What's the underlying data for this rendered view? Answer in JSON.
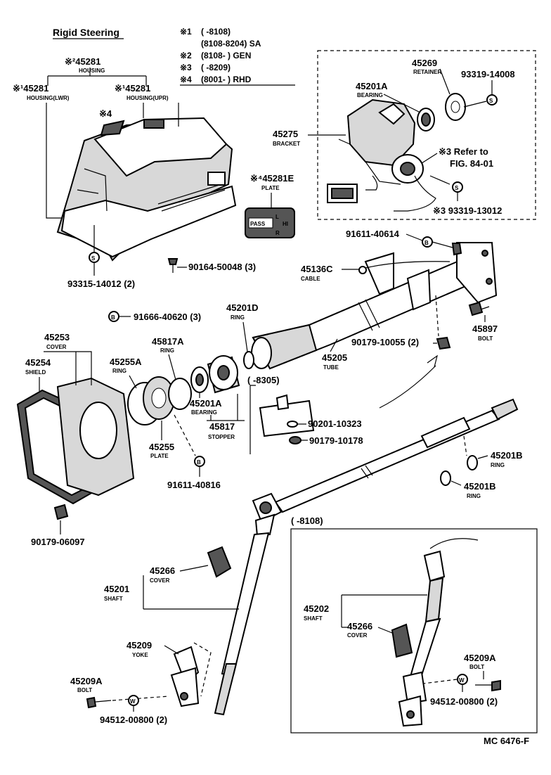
{
  "header": {
    "title": "Rigid Steering",
    "notes": [
      {
        "mark": "※1",
        "text": "(        -8108)"
      },
      {
        "mark": "",
        "text": "(8108-8204) SA"
      },
      {
        "mark": "※2",
        "text": "(8108-        ) GEN"
      },
      {
        "mark": "※3",
        "text": "(        -8209)"
      },
      {
        "mark": "※4",
        "text": "(8001-        ) RHD"
      }
    ]
  },
  "callouts": {
    "c45281_2": {
      "num": "※²45281",
      "name": "HOUSING"
    },
    "c45281_lwr": {
      "num": "※¹45281",
      "name": "HOUSING(LWR)"
    },
    "c45281_upr": {
      "num": "※¹45281",
      "name": "HOUSING(UPR)"
    },
    "c_mark4": {
      "num": "※4"
    },
    "c45281e": {
      "num": "※⁴45281E",
      "name": "PLATE"
    },
    "c93315": {
      "num": "93315-14012 (2)"
    },
    "c90164": {
      "num": "90164-50048 (3)"
    },
    "c45269": {
      "num": "45269",
      "name": "RETAINER"
    },
    "c93319a": {
      "num": "93319-14008"
    },
    "c45201a_top": {
      "num": "45201A",
      "name": "BEARING"
    },
    "c45275": {
      "num": "45275",
      "name": "BRACKET"
    },
    "c_refer": {
      "num": "※3 Refer to",
      "name": "FIG. 84-01"
    },
    "c93319b": {
      "num": "※3 93319-13012"
    },
    "c91611a": {
      "num": "91611-40614"
    },
    "c45136c": {
      "num": "45136C",
      "name": "CABLE"
    },
    "c45897": {
      "num": "45897",
      "name": "BOLT"
    },
    "c45201d": {
      "num": "45201D",
      "name": "RING"
    },
    "c91666": {
      "num": "91666-40620 (3)"
    },
    "c45205": {
      "num": "45205",
      "name": "TUBE"
    },
    "c90179a": {
      "num": "90179-10055 (2)"
    },
    "c45253": {
      "num": "45253",
      "name": "COVER"
    },
    "c45254": {
      "num": "45254",
      "name": "SHIELD"
    },
    "c45817a": {
      "num": "45817A",
      "name": "RING"
    },
    "c45255a": {
      "num": "45255A",
      "name": "RING"
    },
    "c45201a_mid": {
      "num": "45201A",
      "name": "BEARING"
    },
    "c45817": {
      "num": "45817",
      "name": "STOPPER"
    },
    "c45255": {
      "num": "45255",
      "name": "PLATE"
    },
    "c91611b": {
      "num": "91611-40816"
    },
    "c_range8305": {
      "num": "(        -8305)"
    },
    "c90201": {
      "num": "90201-10323"
    },
    "c90179b": {
      "num": "90179-10178"
    },
    "c45201b_1": {
      "num": "45201B",
      "name": "RING"
    },
    "c45201b_2": {
      "num": "45201B",
      "name": "RING"
    },
    "c90179c": {
      "num": "90179-06097"
    },
    "c_range8108": {
      "num": "(        -8108)"
    },
    "c45266": {
      "num": "45266",
      "name": "COVER"
    },
    "c45201": {
      "num": "45201",
      "name": "SHAFT"
    },
    "c45202": {
      "num": "45202",
      "name": "SHAFT"
    },
    "c45266b": {
      "num": "45266",
      "name": "COVER"
    },
    "c45209": {
      "num": "45209",
      "name": "YOKE"
    },
    "c45209a_l": {
      "num": "45209A",
      "name": "BOLT"
    },
    "c94512_l": {
      "num": "94512-00800 (2)"
    },
    "c45209a_r": {
      "num": "45209A",
      "name": "BOLT"
    },
    "c94512_r": {
      "num": "94512-00800 (2)"
    },
    "c_fig": {
      "num": "MC 6476-F"
    }
  },
  "symbols": {
    "s": "S",
    "b": "B",
    "w": "W"
  },
  "plate_text": {
    "a": "PASS",
    "b": "L",
    "c": "HI",
    "d": "R"
  }
}
